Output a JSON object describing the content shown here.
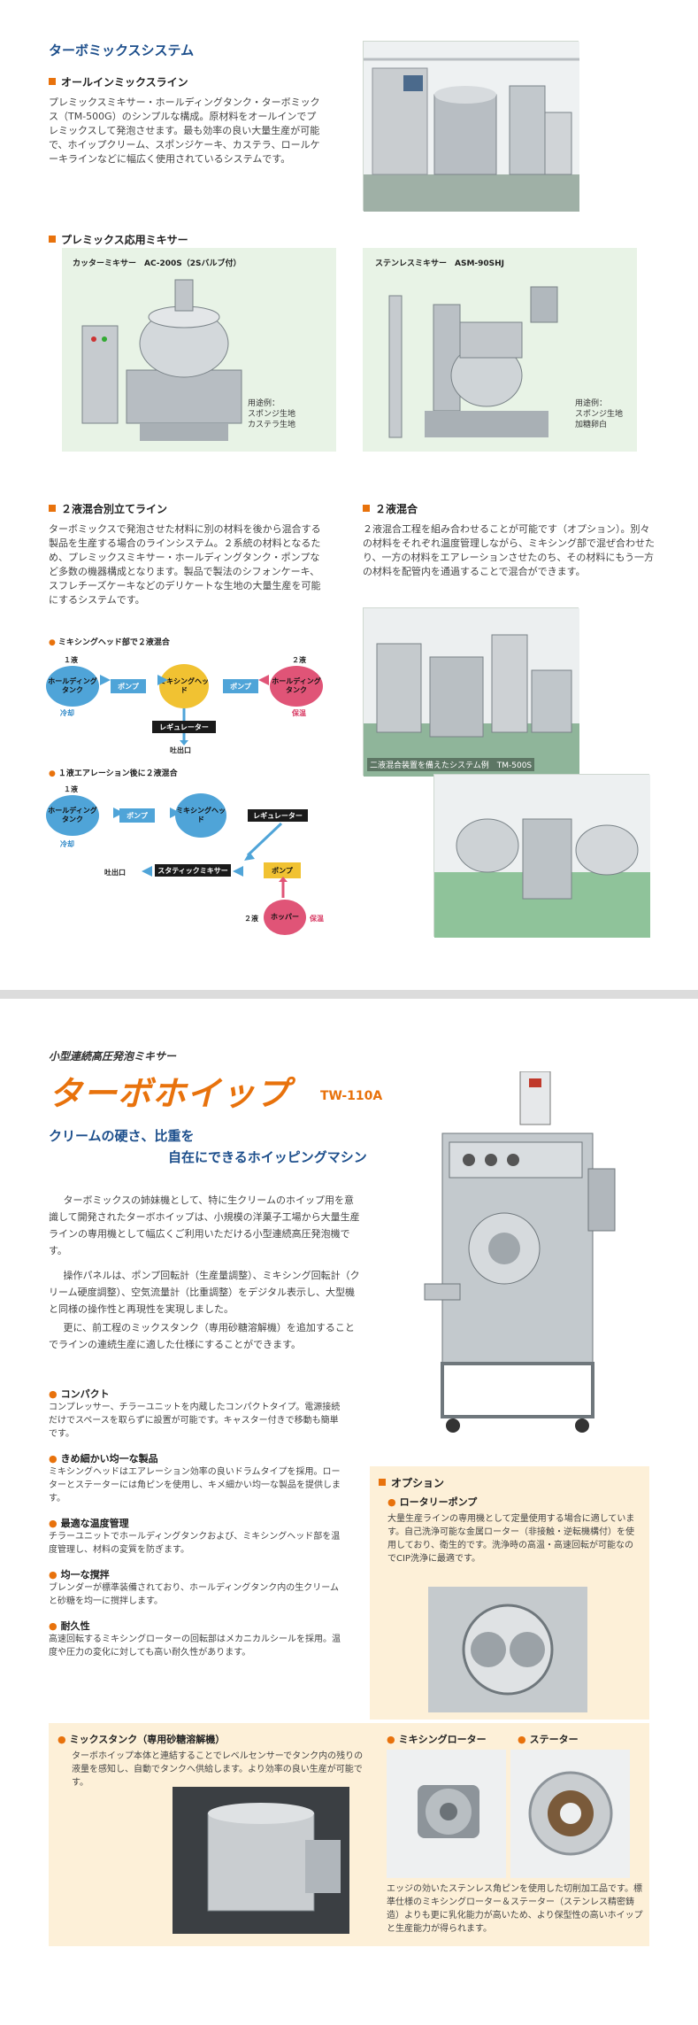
{
  "section1": {
    "title": "ターボミックスシステム",
    "allinone": {
      "heading": "オールインミックスライン",
      "text": "プレミックスミキサー・ホールディングタンク・ターボミックス（TM-500G）のシンプルな構成。原材料をオールインでプレミックスして発泡させます。最も効率の良い大量生産が可能で、ホイップクリーム、スポンジケーキ、カステラ、ロールケーキラインなどに幅広く使用されているシステムです。"
    },
    "premix": {
      "heading": "プレミックス応用ミキサー",
      "cutter": {
        "title": "カッターミキサー　AC-200S（2Sバルブ付）",
        "use_label": "用途例：",
        "use1": "スポンジ生地",
        "use2": "カステラ生地"
      },
      "stainless": {
        "title": "ステンレスミキサー　ASM-90SHJ",
        "use_label": "用途例：",
        "use1": "スポンジ生地",
        "use2": "加糖卵白"
      }
    },
    "two_line": {
      "heading": "２液混合別立てライン",
      "text": "ターボミックスで発泡させた材料に別の材料を後から混合する製品を生産する場合のラインシステム。２系統の材料となるため、プレミックスミキサー・ホールディングタンク・ポンプなど多数の機器構成となります。製品で製法のシフォンケーキ、スフレチーズケーキなどのデリケートな生地の大量生産を可能にするシステムです。"
    },
    "two_mix": {
      "heading": "２液混合",
      "text": "２液混合工程を組み合わせることが可能です（オプション）。別々の材料をそれぞれ温度管理しながら、ミキシング部で混ぜ合わせたり、一方の材料をエアレーションさせたのち、その材料にもう一方の材料を配管内を通過することで混合ができます。",
      "photo_caption": "二液混合装置を備えたシステム例　TM-500S"
    },
    "flow1": {
      "title": "ミキシングヘッド部で２液混合",
      "liquid1": "１液",
      "liquid2": "２液",
      "tank1": "ホールディングタンク",
      "tank2": "ホールディングタンク",
      "pump": "ポンプ",
      "head": "ミキシングヘッド",
      "regulator": "レギュレーター",
      "outlet": "吐出口",
      "cold": "冷却",
      "warm": "保温"
    },
    "flow2": {
      "title": "１液エアレーション後に２液混合",
      "liquid1": "１液",
      "liquid2": "２液",
      "tank": "ホールディングタンク",
      "pump": "ポンプ",
      "head": "ミキシングヘッド",
      "regulator": "レギュレーター",
      "static": "スタティックミキサー",
      "outlet": "吐出口",
      "pump2": "ポンプ",
      "hopper": "ホッパー",
      "cold": "冷却",
      "warm": "保温"
    }
  },
  "section2": {
    "subtitle": "小型連続高圧発泡ミキサー",
    "title": "ターボホイップ",
    "model": "TW-110A",
    "catch1": "クリームの硬さ、比重を",
    "catch2": "自在にできるホイッピングマシン",
    "intro1": "ターボミックスの姉妹機として、特に生クリームのホイップ用を意識して開発されたターボホイップは、小規模の洋菓子工場から大量生産ラインの専用機として幅広くご利用いただける小型連続高圧発泡機です。",
    "intro2": "操作パネルは、ポンプ回転計（生産量調整）、ミキシング回転計（クリーム硬度調整）、空気流量計（比重調整）をデジタル表示し、大型機と同様の操作性と再現性を実現しました。",
    "intro3": "更に、前工程のミックスタンク（専用砂糖溶解機）を追加することでラインの連続生産に適した仕様にすることができます。",
    "features": [
      {
        "title": "コンパクト",
        "text": "コンプレッサー、チラーユニットを内蔵したコンパクトタイプ。電源接続だけでスペースを取らずに設置が可能です。キャスター付きで移動も簡単です。"
      },
      {
        "title": "きめ細かい均一な製品",
        "text": "ミキシングヘッドはエアレーション効率の良いドラムタイプを採用。ローターとステーターには角ピンを使用し、キメ細かい均一な製品を提供します。"
      },
      {
        "title": "最適な温度管理",
        "text": "チラーユニットでホールディングタンクおよび、ミキシングヘッド部を温度管理し、材料の変質を防ぎます。"
      },
      {
        "title": "均一な撹拌",
        "text": "ブレンダーが標準装備されており、ホールディングタンク内の生クリームと砂糖を均一に撹拌します。"
      },
      {
        "title": "耐久性",
        "text": "高速回転するミキシングローターの回転部はメカニカルシールを採用。温度や圧力の変化に対しても高い耐久性があります。"
      }
    ],
    "option": {
      "heading": "オプション",
      "rotary": {
        "title": "ロータリーポンプ",
        "text": "大量生産ラインの専用機として定量使用する場合に適しています。自己洗浄可能な金属ローター（非接触・逆転機構付）を使用しており、衛生的です。洗浄時の高温・高速回転が可能なのでCIP洗浄に最適です。"
      }
    },
    "mixtank": {
      "title": "ミックスタンク（専用砂糖溶解機）",
      "text": "ターボホイップ本体と連結することでレベルセンサーでタンク内の残りの液量を感知し、自動でタンクへ供給します。より効率の良い生産が可能です。"
    },
    "rotor": {
      "title": "ミキシングローター",
      "stator": "ステーター",
      "text": "エッジの効いたステンレス角ピンを使用した切削加工品です。標準仕様のミキシングローター＆ステーター（ステンレス精密鋳造）よりも更に乳化能力が高いため、より保型性の高いホイップと生産能力が得られます。"
    }
  }
}
